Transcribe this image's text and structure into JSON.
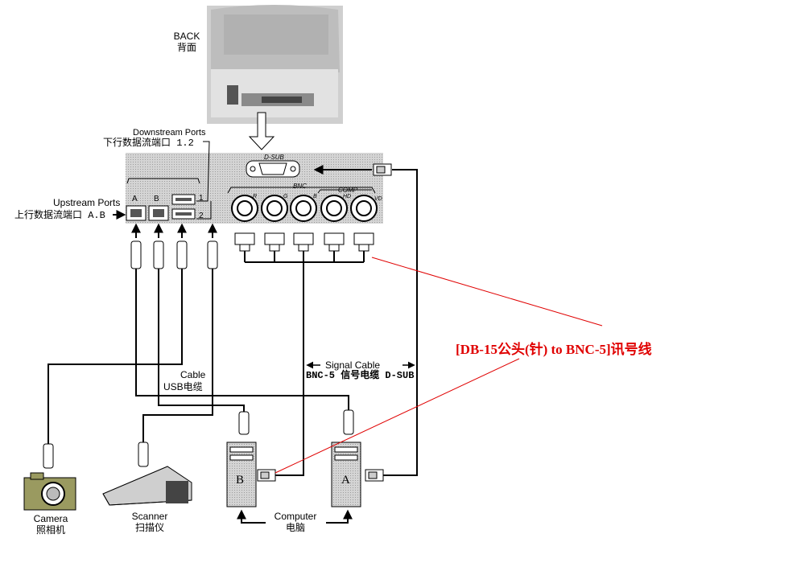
{
  "monitor_back": {
    "label_en": "BACK",
    "label_cn": "背面"
  },
  "downstream": {
    "label_en": "Downstream Ports",
    "label_cn": "下行数据流端口 1.2"
  },
  "upstream": {
    "label_en": "Upstream  Ports",
    "label_cn": "上行数据流端口 A.B"
  },
  "panel": {
    "dsub_label": "D-SUB",
    "bnc_label": "BNC",
    "comp_label": "COMP",
    "port_a": "A",
    "port_b": "B",
    "port_1": "1",
    "port_2": "2",
    "bnc_ports": [
      "R",
      "G",
      "B",
      "HD",
      "VD"
    ]
  },
  "cable_usb": {
    "label_en": "Cable",
    "label_cn": "USB电缆"
  },
  "signal_cable": {
    "line1": "Signal  Cable",
    "line2": "BNC-5 信号电缆 D-SUB"
  },
  "callout": {
    "text": "[DB-15公头(针) to BNC-5]讯号线",
    "color": "#e00000"
  },
  "devices": {
    "camera": {
      "label_en": "Camera",
      "label_cn": "照相机"
    },
    "scanner": {
      "label_en": "Scanner",
      "label_cn": "扫描仪"
    },
    "computer": {
      "label_en": "Computer",
      "label_cn": "电脑"
    },
    "computer_b": "B",
    "computer_a": "A"
  }
}
